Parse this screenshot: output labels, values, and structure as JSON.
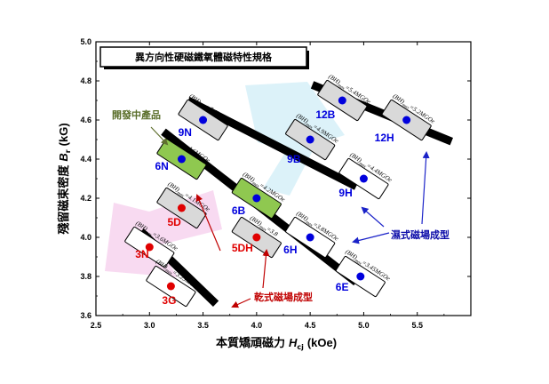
{
  "chart_data": {
    "type": "scatter",
    "title": "異方向性硬磁鐵氧體磁特性規格",
    "xlabel_main": "本質矯頑磁力",
    "xlabel_symbol": "H",
    "xlabel_sub": "cj",
    "xlabel_unit": "(kOe)",
    "ylabel_main": "殘留磁束密度",
    "ylabel_symbol": "B",
    "ylabel_sub": "r",
    "ylabel_unit": "(kG)",
    "xlim": [
      2.5,
      6.0
    ],
    "ylim": [
      3.6,
      5.0
    ],
    "x_ticks": [
      "2.5",
      "3.0",
      "3.5",
      "4.0",
      "4.5",
      "5.0",
      "5.5"
    ],
    "y_ticks": [
      "3.6",
      "3.8",
      "4.0",
      "4.2",
      "4.4",
      "4.6",
      "4.8",
      "5.0"
    ],
    "bands": [
      {
        "x0": 2.92,
        "y0": 4.03,
        "x1": 3.62,
        "y1": 3.66
      },
      {
        "x0": 3.13,
        "y0": 4.54,
        "x1": 4.93,
        "y1": 3.77
      },
      {
        "x0": 3.36,
        "y0": 4.7,
        "x1": 4.93,
        "y1": 4.26
      },
      {
        "x0": 4.52,
        "y0": 4.78,
        "x1": 5.82,
        "y1": 4.49
      }
    ],
    "series": [
      {
        "name": "乾式磁場成型",
        "color": "#e00000",
        "points": [
          {
            "label": "3N",
            "x": 3.0,
            "y": 3.95,
            "bh_max": "3.6MGOe",
            "box_fill": "#ffffff",
            "label_dx": -16,
            "label_dy": 12
          },
          {
            "label": "3G",
            "x": 3.2,
            "y": 3.75,
            "bh_max": "3.25MGOe",
            "box_fill": "#ffffff",
            "label_dx": -10,
            "label_dy": 20
          },
          {
            "label": "5D",
            "x": 3.3,
            "y": 4.15,
            "bh_max": "4.1MGOe",
            "box_fill": "#d9d9d9",
            "label_dx": -16,
            "label_dy": 20
          },
          {
            "label": "5DH",
            "x": 4.0,
            "y": 4.0,
            "bh_max": "3.8",
            "box_fill": "#d9d9d9",
            "label_dx": -28,
            "label_dy": 16
          }
        ]
      },
      {
        "name": "濕式磁場成型",
        "color": "#0000dd",
        "points": [
          {
            "label": "9N",
            "x": 3.5,
            "y": 4.6,
            "bh_max": "5.1MGOe",
            "box_fill": "#d9d9d9",
            "label_dx": -28,
            "label_dy": 18
          },
          {
            "label": "6N",
            "x": 3.3,
            "y": 4.4,
            "bh_max": "4.6MGOe",
            "box_fill": "#8fc850",
            "label_dx": -30,
            "label_dy": 12
          },
          {
            "label": "6B",
            "x": 4.0,
            "y": 4.2,
            "bh_max": "4.2MGOe",
            "box_fill": "#8fc850",
            "label_dx": -28,
            "label_dy": 18
          },
          {
            "label": "9B",
            "x": 4.5,
            "y": 4.5,
            "bh_max": "4.9MGOe",
            "box_fill": "#d9d9d9",
            "label_dx": -26,
            "label_dy": 26
          },
          {
            "label": "6H",
            "x": 4.5,
            "y": 4.0,
            "bh_max": "3.8MGOe",
            "box_fill": "#ffffff",
            "label_dx": -30,
            "label_dy": 18
          },
          {
            "label": "9H",
            "x": 5.0,
            "y": 4.3,
            "bh_max": "4.4MGOe",
            "box_fill": "#ffffff",
            "label_dx": -28,
            "label_dy": 20
          },
          {
            "label": "12B",
            "x": 4.8,
            "y": 4.7,
            "bh_max": "5.4MGOe",
            "box_fill": "#d9d9d9",
            "label_dx": -30,
            "label_dy": 20
          },
          {
            "label": "12H",
            "x": 5.4,
            "y": 4.6,
            "bh_max": "5.2MGOe",
            "box_fill": "#d9d9d9",
            "label_dx": -36,
            "label_dy": 24
          },
          {
            "label": "6E",
            "x": 4.97,
            "y": 3.8,
            "bh_max": "3.45MGOe",
            "box_fill": "#ffffff",
            "label_dx": -28,
            "label_dy": 16
          }
        ]
      }
    ],
    "annotations": {
      "new_product": "開發中產品",
      "wet": "濕式磁場成型",
      "dry": "乾式磁場成型",
      "bh_prefix": "(BH)",
      "bh_sub": "max",
      "bh_eq": "="
    }
  }
}
